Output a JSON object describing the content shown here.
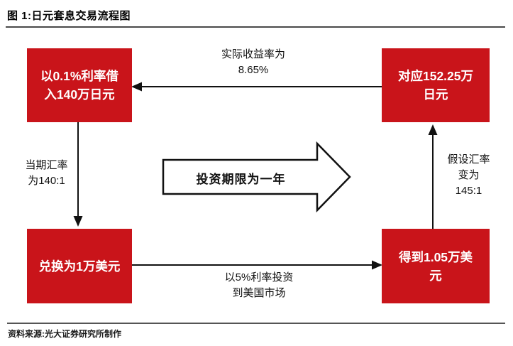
{
  "title": "图 1:日元套息交易流程图",
  "colors": {
    "box_red": "#c9141a",
    "box_text": "#ffffff",
    "line_black": "#111111",
    "rule_gray": "#4a4a4a"
  },
  "boxes": {
    "top_left": "以0.1%利率借入140万日元",
    "top_right": "对应152.25万日元",
    "bottom_left": "兑换为1万美元",
    "bottom_right": "得到1.05万美元"
  },
  "labels": {
    "top_arrow": "实际收益率为\n8.65%",
    "left_arrow": "当期汇率\n为140:1",
    "right_arrow": "假设汇率\n变为\n145:1",
    "bottom_arrow": "以5%利率投资\n到美国市场",
    "center_arrow": "投资期限为一年"
  },
  "footer": "资料来源:光大证券研究所制作"
}
